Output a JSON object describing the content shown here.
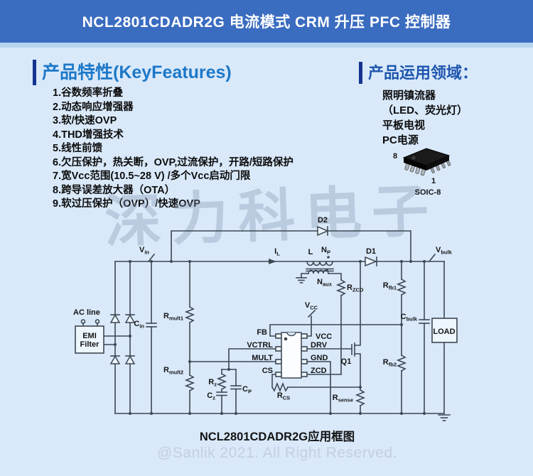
{
  "header": {
    "title": "NCL2801CDADR2G 电流模式 CRM 升压 PFC 控制器"
  },
  "features": {
    "heading": "产品特性(KeyFeatures)",
    "items": [
      "1.谷数频率折叠",
      "2.动态响应增强器",
      "3.软/快速OVP",
      "4.THD增强技术",
      "5.线性前馈",
      "6.欠压保护，热关断，OVP,过流保护，开路/短路保护",
      "7.宽Vcc范围(10.5~28 V) /多个Vcc启动门限",
      "8.跨导误差放大器（OTA）",
      "9.软过压保护（OVP）/快速OVP"
    ]
  },
  "applications": {
    "heading": "产品运用领域：",
    "items": [
      "照明镇流器",
      "（LED、荧光灯）",
      "平板电视",
      "PC电源"
    ]
  },
  "package": {
    "pin8_label": "8",
    "pin1_label": "1",
    "name": "SOIC-8"
  },
  "watermark": {
    "text": "深力科电子"
  },
  "schematic": {
    "caption": "NCL2801CDADR2G应用框图",
    "labels": {
      "ac_line": "AC line",
      "emi_line1": "EMI",
      "emi_line2": "Filter",
      "vin": {
        "m": "V",
        "s": "in"
      },
      "il": {
        "m": "I",
        "s": "L"
      },
      "l": "L",
      "np": {
        "m": "N",
        "s": "P"
      },
      "naux": {
        "m": "N",
        "s": "aux"
      },
      "d2": "D2",
      "d1": "D1",
      "vbulk": {
        "m": "V",
        "s": "bulk"
      },
      "rzcd": {
        "m": "R",
        "s": "ZCD"
      },
      "rfb1": {
        "m": "R",
        "s": "fb1"
      },
      "rfb2": {
        "m": "R",
        "s": "fb2"
      },
      "cbulk": {
        "m": "C",
        "s": "bulk"
      },
      "load": "LOAD",
      "cin": {
        "m": "C",
        "s": "in"
      },
      "rmult1": {
        "m": "R",
        "s": "mult1"
      },
      "rmult2": {
        "m": "R",
        "s": "mult2"
      },
      "rz": {
        "m": "R",
        "s": "z"
      },
      "cz": {
        "m": "C",
        "s": "z"
      },
      "cp": {
        "m": "C",
        "s": "P"
      },
      "vcc_probe": {
        "m": "V",
        "s": "CC"
      },
      "fb": "FB",
      "vctrl": "VCTRL",
      "mult": "MULT",
      "cs": "CS",
      "vcc": "VCC",
      "drv": "DRV",
      "gnd": "GND",
      "zcd": "ZCD",
      "q1": "Q1",
      "rcs": {
        "m": "R",
        "s": "CS"
      },
      "rsense": {
        "m": "R",
        "s": "sense"
      }
    }
  },
  "footer": {
    "copyright": "@Sanlik 2021. All Right Reserved."
  },
  "colors": {
    "header_bg": "#3a6cc0",
    "header_strip": "#b7d4ef",
    "page_bg": "#d9e9fa",
    "heading_left": "#1d78c8",
    "heading_right": "#1e56ae",
    "accent_bar": "#15338f",
    "schematic_line": "#3c4752",
    "footer_text": "#c2cfe0"
  }
}
